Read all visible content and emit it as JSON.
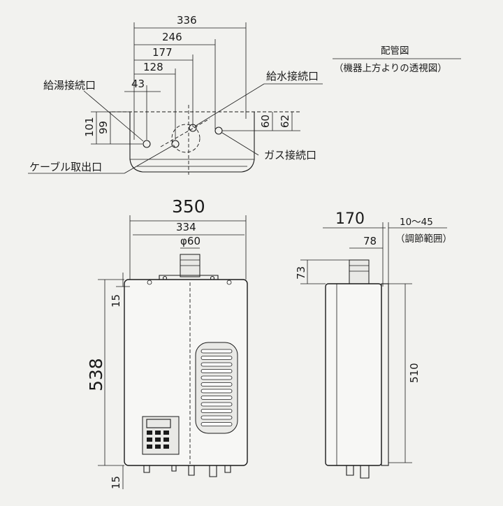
{
  "piping_diagram": {
    "title": "配管図",
    "subtitle": "（機器上方よりの透視図）",
    "labels": {
      "hot_water_port": "給湯接続口",
      "water_supply_port": "給水接続口",
      "gas_port": "ガス接続口",
      "cable_outlet": "ケーブル取出口"
    },
    "dimensions": {
      "w336": "336",
      "w246": "246",
      "w177": "177",
      "w128": "128",
      "w43": "43",
      "h101": "101",
      "h99": "99",
      "h60": "60",
      "h62": "62"
    }
  },
  "front_view": {
    "dimensions": {
      "width_total": "350",
      "width_body": "334",
      "flue_diameter": "φ60",
      "height_body": "538",
      "top_15": "15",
      "bottom_15": "15"
    }
  },
  "side_view": {
    "dimensions": {
      "depth": "170",
      "adjust": "10～45",
      "adjust_note": "（調節範囲）",
      "flue_offset": "78",
      "flue_height": "73",
      "height": "510"
    }
  }
}
